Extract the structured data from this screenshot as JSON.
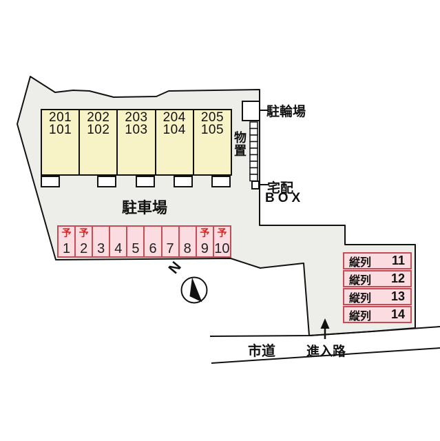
{
  "plan": {
    "building": {
      "units": [
        {
          "upper": "201",
          "lower": "101"
        },
        {
          "upper": "202",
          "lower": "102"
        },
        {
          "upper": "203",
          "lower": "103"
        },
        {
          "upper": "204",
          "lower": "104"
        },
        {
          "upper": "205",
          "lower": "105"
        }
      ]
    },
    "labels": {
      "parking_lot": "駐車場",
      "bicycle_parking": "駐輪場",
      "storage": "物置",
      "delivery_line1": "宅配",
      "delivery_line2": "BOX",
      "city_road": "市道",
      "entry_road": "進入路",
      "north": "N"
    },
    "parking": {
      "stalls": [
        {
          "number": "1",
          "reserved_mark": "予"
        },
        {
          "number": "2",
          "reserved_mark": "予"
        },
        {
          "number": "3"
        },
        {
          "number": "4"
        },
        {
          "number": "5"
        },
        {
          "number": "6"
        },
        {
          "number": "7"
        },
        {
          "number": "8"
        },
        {
          "number": "9",
          "reserved_mark": "予"
        },
        {
          "number": "10",
          "reserved_mark": "予"
        }
      ],
      "tandem": [
        {
          "label": "縦列",
          "number": "11"
        },
        {
          "label": "縦列",
          "number": "12"
        },
        {
          "label": "縦列",
          "number": "13"
        },
        {
          "label": "縦列",
          "number": "14"
        }
      ]
    },
    "colors": {
      "outline": "#111111",
      "site_fill": "#EDEDE9",
      "building_fill": "#F8F3C6",
      "stall_fill": "#FADCE1",
      "stall_border": "#C64B55",
      "reserved_red": "#D42525"
    }
  }
}
